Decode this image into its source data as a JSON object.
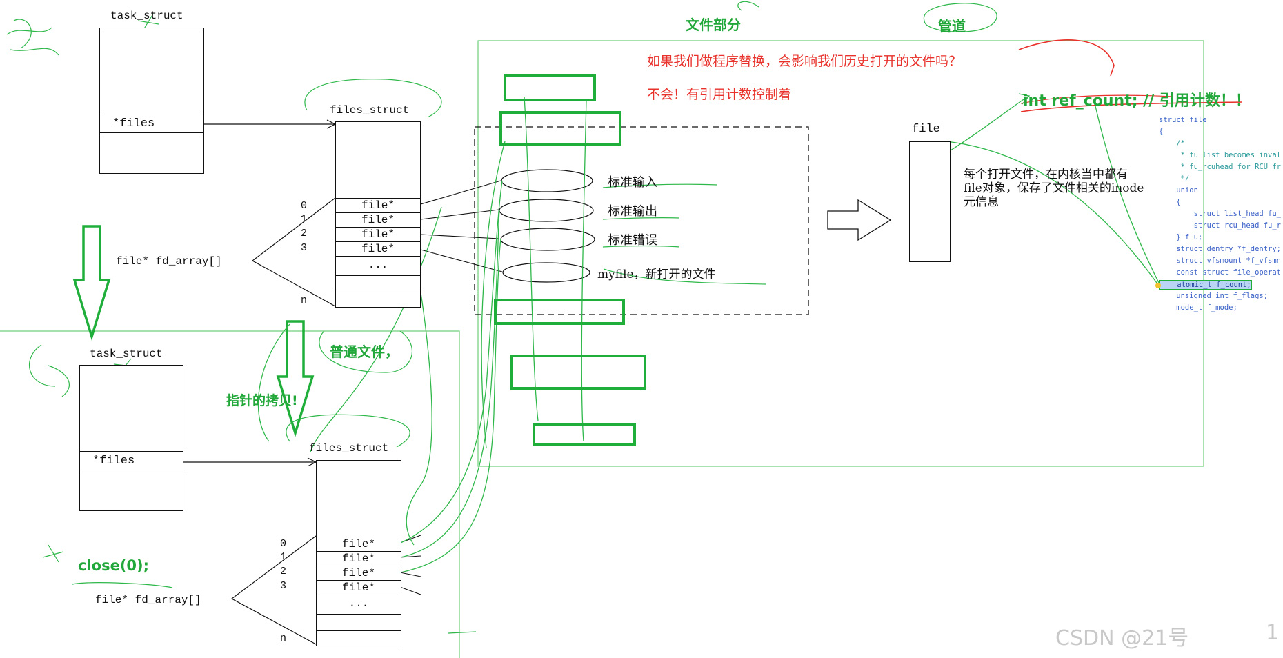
{
  "colors": {
    "green": "#22a83a",
    "red": "#e8322b",
    "line": "#111111",
    "code_blue": "#3b62c8",
    "code_teal": "#2a9a9a"
  },
  "top": {
    "task_struct_label": "task_struct",
    "files_field": "*files",
    "files_struct_label": "files_struct",
    "fd_array_label": "file* fd_array[]",
    "fd_rows": [
      "file*",
      "file*",
      "file*",
      "file*",
      "..."
    ],
    "fd_indices": [
      "0",
      "1",
      "2",
      "3",
      "n"
    ]
  },
  "bottom": {
    "task_struct_label": "task_struct",
    "files_field": "*files",
    "files_struct_label": "files_struct",
    "fd_array_label": "file* fd_array[]",
    "fd_rows": [
      "file*",
      "file*",
      "file*",
      "file*",
      "..."
    ],
    "fd_indices": [
      "0",
      "1",
      "2",
      "3",
      "n"
    ]
  },
  "files": {
    "stdin": "标准输入",
    "stdout": "标准输出",
    "stderr": "标准错误",
    "myfile": "myfile，新打开的文件"
  },
  "file_obj": {
    "label": "file",
    "description": "每个打开文件，在内核当中都有file对象，保存了文件相关的inode元信息"
  },
  "notes": {
    "file_part": "文件部分",
    "pipe": "管道",
    "question": "如果我们做程序替换，会影响我们历史打开的文件吗？",
    "answer": "不会！有引用计数控制着",
    "ref_count": "int ref_count; // 引用计数！！",
    "normal_file": "普通文件，",
    "pointer_copy": "指针的拷贝!",
    "close": "close(0);"
  },
  "code_lines": [
    "struct file",
    "{",
    "    /*",
    "     * fu_list becomes inval",
    "     * fu_rcuhead for RCU fr",
    "     */",
    "    union",
    "    {",
    "        struct list_head fu_",
    "        struct rcu_head fu_r",
    "    } f_u;",
    "    struct dentry *f_dentry;",
    "    struct vfsmount *f_vfsmn",
    "    const struct file_operat",
    "    atomic_t f_count;",
    "    unsigned int f_flags;",
    "    mode_t f_mode;"
  ],
  "watermark": "CSDN @21号",
  "corner_digit": "1"
}
